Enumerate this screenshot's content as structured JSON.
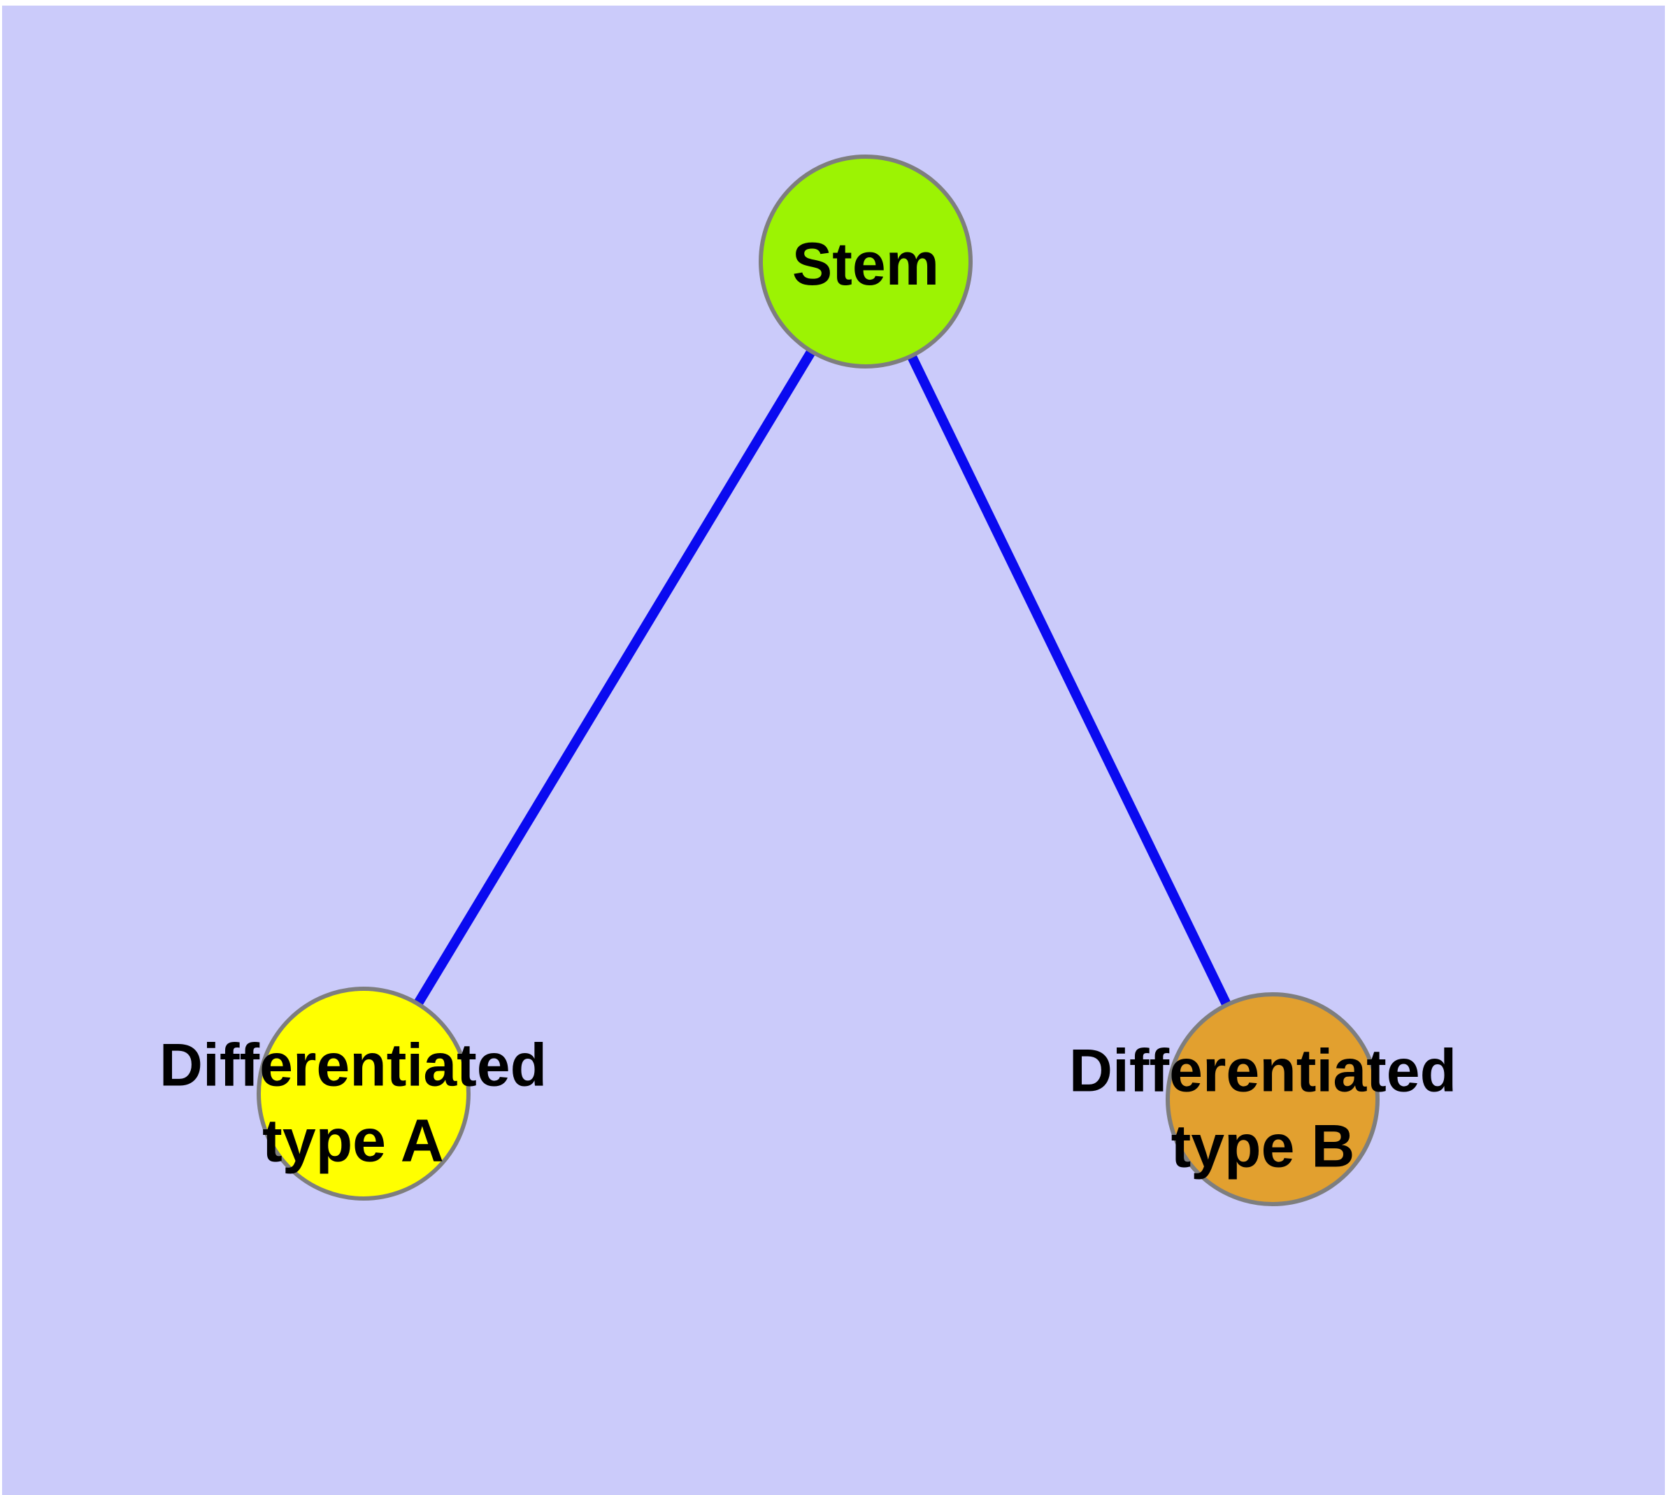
{
  "diagram": {
    "type": "node-link-graph",
    "colors": {
      "page_margin": "#FFFFFF",
      "background": "#CBCBFA",
      "edge": "#0A0AF0",
      "node_border": "#7E7E7E",
      "label_text": "#000000"
    },
    "nodes": [
      {
        "id": "stem",
        "label": "Stem",
        "color": "#9CF303",
        "shape": "circle"
      },
      {
        "id": "type-a",
        "label": "Differentiated\ntype A",
        "color": "#FFFF00",
        "shape": "circle"
      },
      {
        "id": "type-b",
        "label": "Differentiated\ntype B",
        "color": "#E2A02F",
        "shape": "circle"
      }
    ],
    "edges": [
      {
        "from": "stem",
        "to": "type-a"
      },
      {
        "from": "stem",
        "to": "type-b"
      }
    ]
  }
}
